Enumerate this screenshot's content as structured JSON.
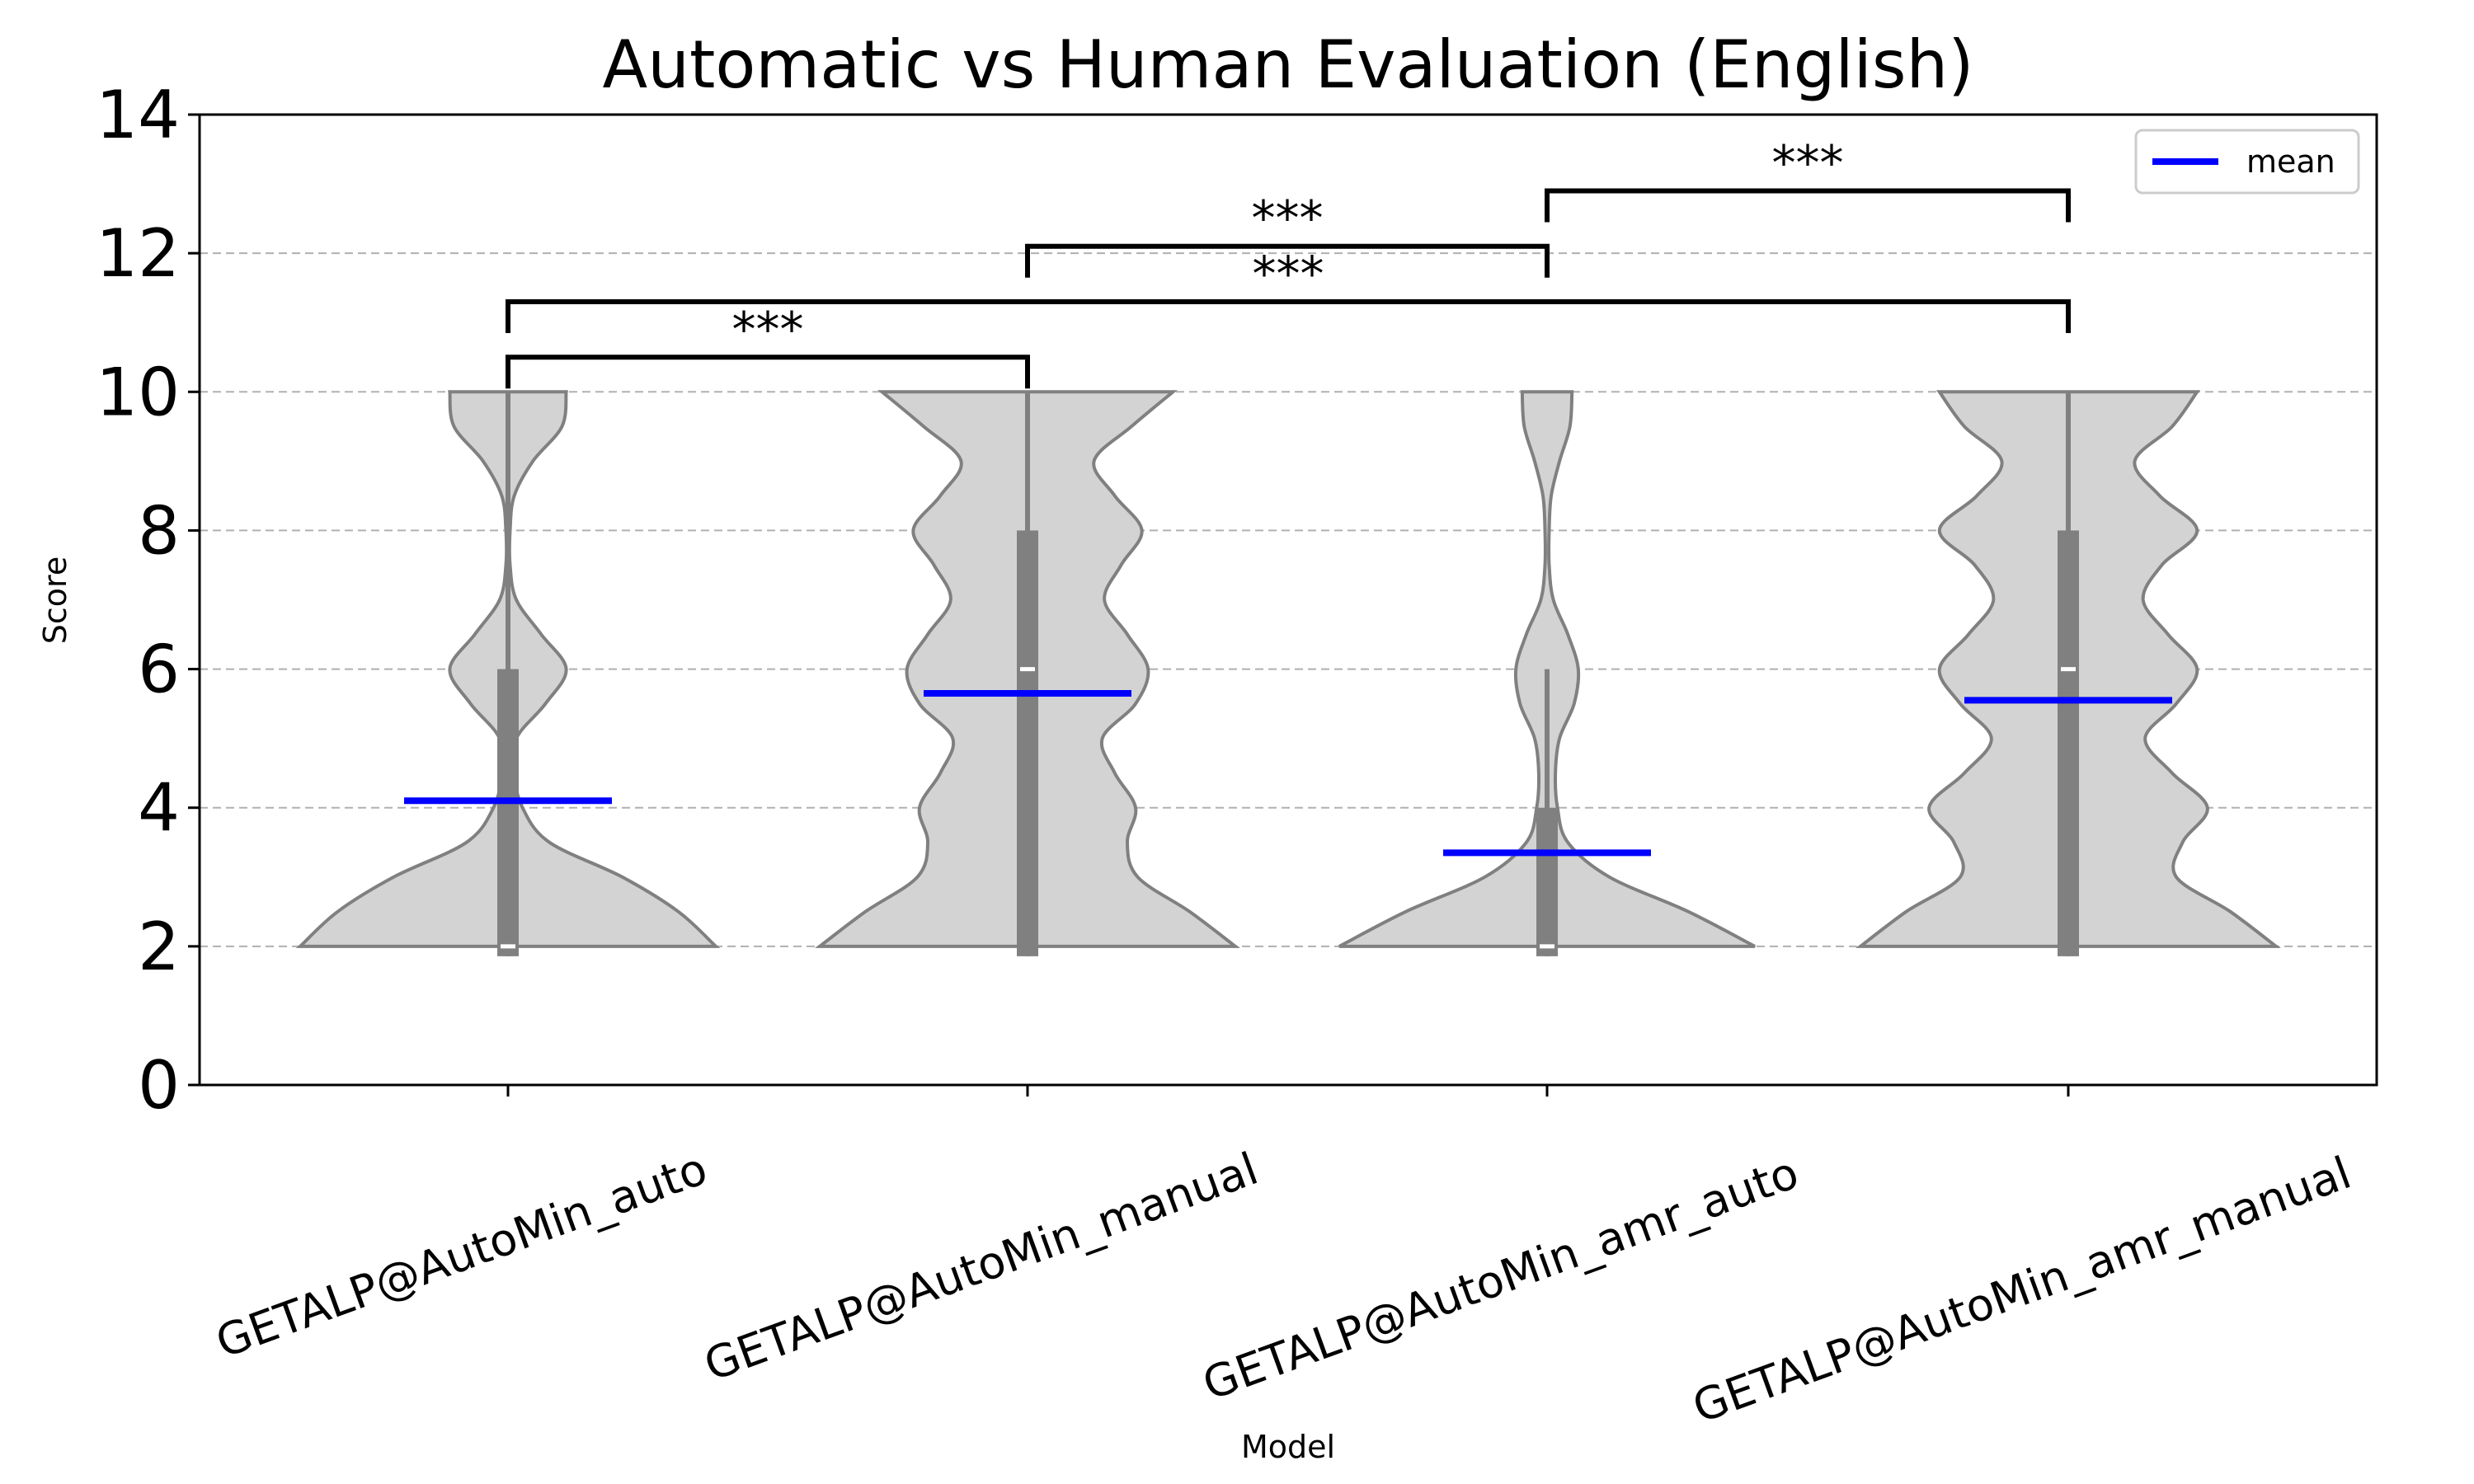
{
  "chart_data": {
    "type": "violin",
    "title": "Automatic vs Human Evaluation (English)",
    "xlabel": "Model",
    "ylabel": "Score",
    "ylim": [
      0,
      14
    ],
    "yticks": [
      0,
      2,
      4,
      6,
      8,
      10,
      12,
      14
    ],
    "grid": "horizontal dashed",
    "legend": {
      "position": "top-right",
      "entries": [
        {
          "label": "mean",
          "color": "#0000ff"
        }
      ]
    },
    "colors": {
      "violin_fill": "#d3d3d3",
      "violin_edge": "#808080",
      "mean": "#0000ff",
      "median": "#ffffff",
      "grid": "#b0b0b0"
    },
    "categories": [
      "GETALP@AutoMin_auto",
      "GETALP@AutoMin_manual",
      "GETALP@AutoMin_amr_auto",
      "GETALP@AutoMin_amr_manual"
    ],
    "series": [
      {
        "category": "GETALP@AutoMin_auto",
        "min": 2,
        "max": 10,
        "q1": 2,
        "median": 2,
        "q3": 6,
        "mean": 4.1,
        "density": [
          [
            2,
            1.0
          ],
          [
            2.5,
            0.82
          ],
          [
            3,
            0.55
          ],
          [
            3.5,
            0.2
          ],
          [
            4,
            0.07
          ],
          [
            4.5,
            0.03
          ],
          [
            5,
            0.04
          ],
          [
            5.5,
            0.18
          ],
          [
            6,
            0.28
          ],
          [
            6.5,
            0.16
          ],
          [
            7,
            0.04
          ],
          [
            7.5,
            0.01
          ],
          [
            8,
            0.01
          ],
          [
            8.5,
            0.03
          ],
          [
            9,
            0.12
          ],
          [
            9.5,
            0.26
          ],
          [
            10,
            0.28
          ]
        ]
      },
      {
        "category": "GETALP@AutoMin_manual",
        "min": 2,
        "max": 10,
        "q1": 2,
        "median": 6,
        "q3": 8,
        "mean": 5.65,
        "density": [
          [
            2,
            1.0
          ],
          [
            2.5,
            0.78
          ],
          [
            3,
            0.53
          ],
          [
            3.5,
            0.48
          ],
          [
            4,
            0.52
          ],
          [
            4.5,
            0.42
          ],
          [
            5,
            0.36
          ],
          [
            5.5,
            0.52
          ],
          [
            6,
            0.58
          ],
          [
            6.5,
            0.48
          ],
          [
            7,
            0.37
          ],
          [
            7.5,
            0.45
          ],
          [
            8,
            0.55
          ],
          [
            8.5,
            0.42
          ],
          [
            9,
            0.32
          ],
          [
            9.5,
            0.5
          ],
          [
            10,
            0.7
          ]
        ]
      },
      {
        "category": "GETALP@AutoMin_amr_auto",
        "min": 2,
        "max": 6,
        "q1": 2,
        "median": 2,
        "q3": 4,
        "mean": 3.35,
        "density": [
          [
            2,
            1.0
          ],
          [
            2.5,
            0.68
          ],
          [
            3,
            0.3
          ],
          [
            3.5,
            0.1
          ],
          [
            4,
            0.05
          ],
          [
            4.5,
            0.04
          ],
          [
            5,
            0.06
          ],
          [
            5.5,
            0.13
          ],
          [
            6,
            0.15
          ],
          [
            6.5,
            0.1
          ],
          [
            7,
            0.03
          ],
          [
            7.5,
            0.01
          ],
          [
            8,
            0.01
          ],
          [
            8.5,
            0.02
          ],
          [
            9,
            0.06
          ],
          [
            9.5,
            0.11
          ],
          [
            10,
            0.12
          ]
        ]
      },
      {
        "category": "GETALP@AutoMin_amr_manual",
        "min": 2,
        "max": 10,
        "q1": 2,
        "median": 6,
        "q3": 8,
        "mean": 5.55,
        "density": [
          [
            2,
            1.0
          ],
          [
            2.5,
            0.78
          ],
          [
            3,
            0.52
          ],
          [
            3.5,
            0.55
          ],
          [
            4,
            0.67
          ],
          [
            4.5,
            0.5
          ],
          [
            5,
            0.37
          ],
          [
            5.5,
            0.52
          ],
          [
            6,
            0.62
          ],
          [
            6.5,
            0.48
          ],
          [
            7,
            0.36
          ],
          [
            7.5,
            0.45
          ],
          [
            8,
            0.62
          ],
          [
            8.5,
            0.44
          ],
          [
            9,
            0.32
          ],
          [
            9.5,
            0.5
          ],
          [
            10,
            0.62
          ]
        ]
      }
    ],
    "significance": [
      {
        "from": 0,
        "to": 1,
        "y": 10.5,
        "label": "***"
      },
      {
        "from": 0,
        "to": 3,
        "y": 11.3,
        "label": "***"
      },
      {
        "from": 1,
        "to": 2,
        "y": 12.1,
        "label": "***"
      },
      {
        "from": 2,
        "to": 3,
        "y": 12.9,
        "label": "***"
      }
    ]
  }
}
